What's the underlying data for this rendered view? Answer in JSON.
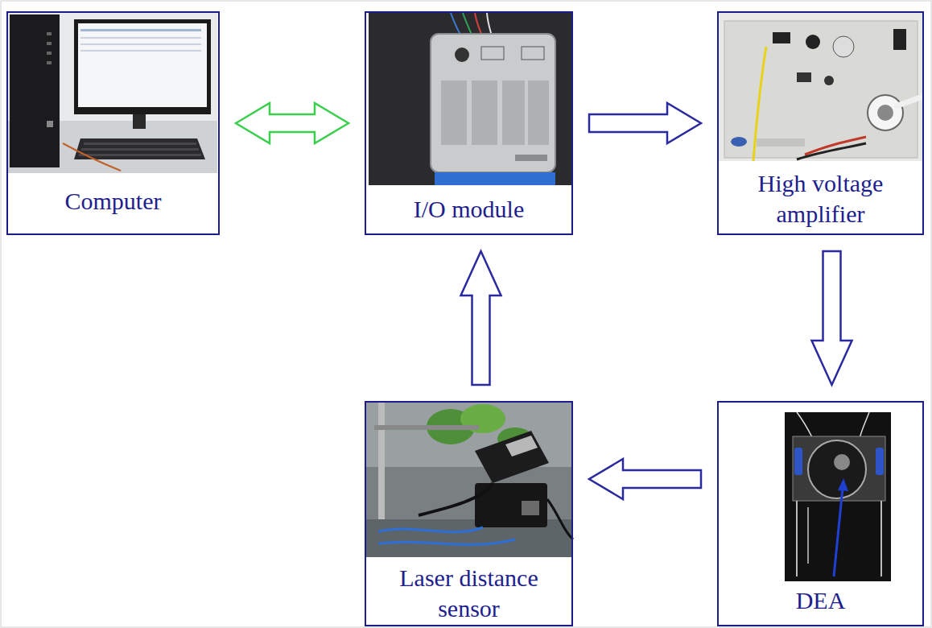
{
  "diagram": {
    "nodes": [
      {
        "text": [
          "Computer"
        ]
      },
      {
        "text": [
          "I/O module"
        ]
      },
      {
        "text": [
          "High voltage amplifier"
        ]
      },
      {
        "text": [
          "Laser distance sensor"
        ]
      },
      {
        "text": [
          "DEA"
        ]
      }
    ],
    "edges": [
      {
        "from": 0,
        "to": 1,
        "arrow": "both"
      },
      {
        "from": 1,
        "to": 2,
        "arrow": "to"
      },
      {
        "from": 2,
        "to": 4,
        "arrow": "to"
      },
      {
        "from": 4,
        "to": 3,
        "arrow": "to"
      },
      {
        "from": 3,
        "to": 1,
        "arrow": "to"
      }
    ]
  }
}
